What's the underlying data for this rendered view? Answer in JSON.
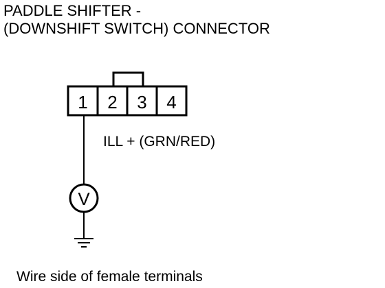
{
  "title": {
    "line1": "PADDLE SHIFTER  -",
    "line2": "(DOWNSHIFT SWITCH) CONNECTOR"
  },
  "connector": {
    "pins": [
      "1",
      "2",
      "3",
      "4"
    ]
  },
  "wire": {
    "label": "ILL +  (GRN/RED)"
  },
  "meter": {
    "symbol": "V"
  },
  "footer": {
    "note": "Wire side of female terminals"
  }
}
